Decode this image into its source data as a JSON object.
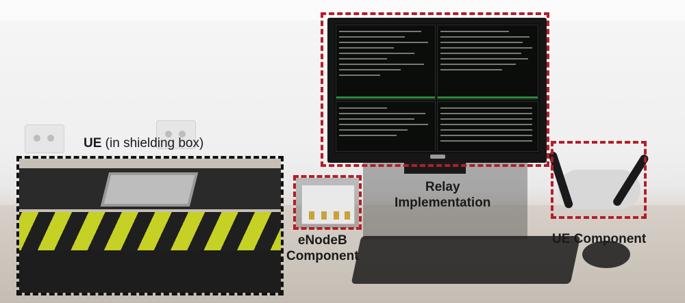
{
  "labels": {
    "ue_bold": "UE",
    "ue_rest": " (in shielding box)",
    "relay_line1": "Relay",
    "relay_line2": "Implementation",
    "enodeb_line1": "eNodeB",
    "enodeb_line2": "Component",
    "ue_component": "UE Component"
  },
  "colors": {
    "highlight_box": "#b31e2a",
    "ue_box": "#111111",
    "stripe_yellow": "#c5d124"
  },
  "icons": [
    "monitor",
    "keyboard",
    "mouse",
    "antenna",
    "shielding-box",
    "radio-device"
  ]
}
